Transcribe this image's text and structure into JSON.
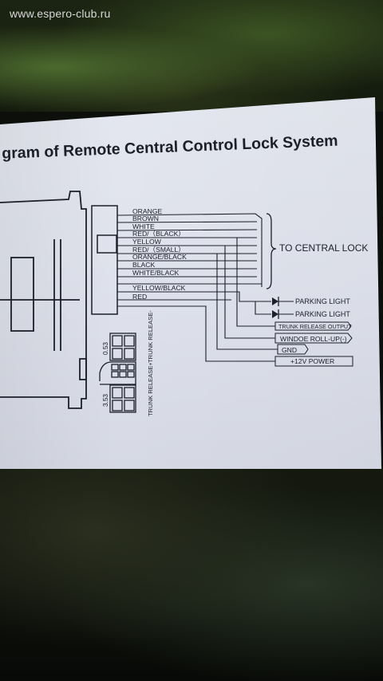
{
  "watermark": "www.espero-club.ru",
  "diagram_title": "gram of Remote Central Control Lock System",
  "wire_labels": [
    "ORANGE",
    "BROWN",
    "WHITE",
    "RED/（BLACK）",
    "YELLOW",
    "RED/（SMALL）",
    "ORANGE/BLACK",
    "BLACK",
    "WHITE/BLACK",
    "YELLOW/BLACK",
    "RED"
  ],
  "central_lock_label": "TO CENTRAL LOCK",
  "outputs": {
    "parking_light_1": "PARKING LIGHT",
    "parking_light_2": "PARKING LIGHT",
    "trunk_release_output": "TRUNK RELEASE OUTPUT",
    "window_roll_up": "WINDOE ROLL-UP(-)",
    "gnd": "GND",
    "power": "+12V POWER"
  },
  "connector": {
    "pin_label_top": "0.53",
    "pin_label_bottom": "3.53",
    "trunk_release_plus": "TRUNK RELEASE+",
    "trunk_release": "TRUNK RELEASE-"
  },
  "colors": {
    "paper": "#e2e5ee",
    "ink": "#1c1f2a",
    "background": "#141b0e"
  }
}
